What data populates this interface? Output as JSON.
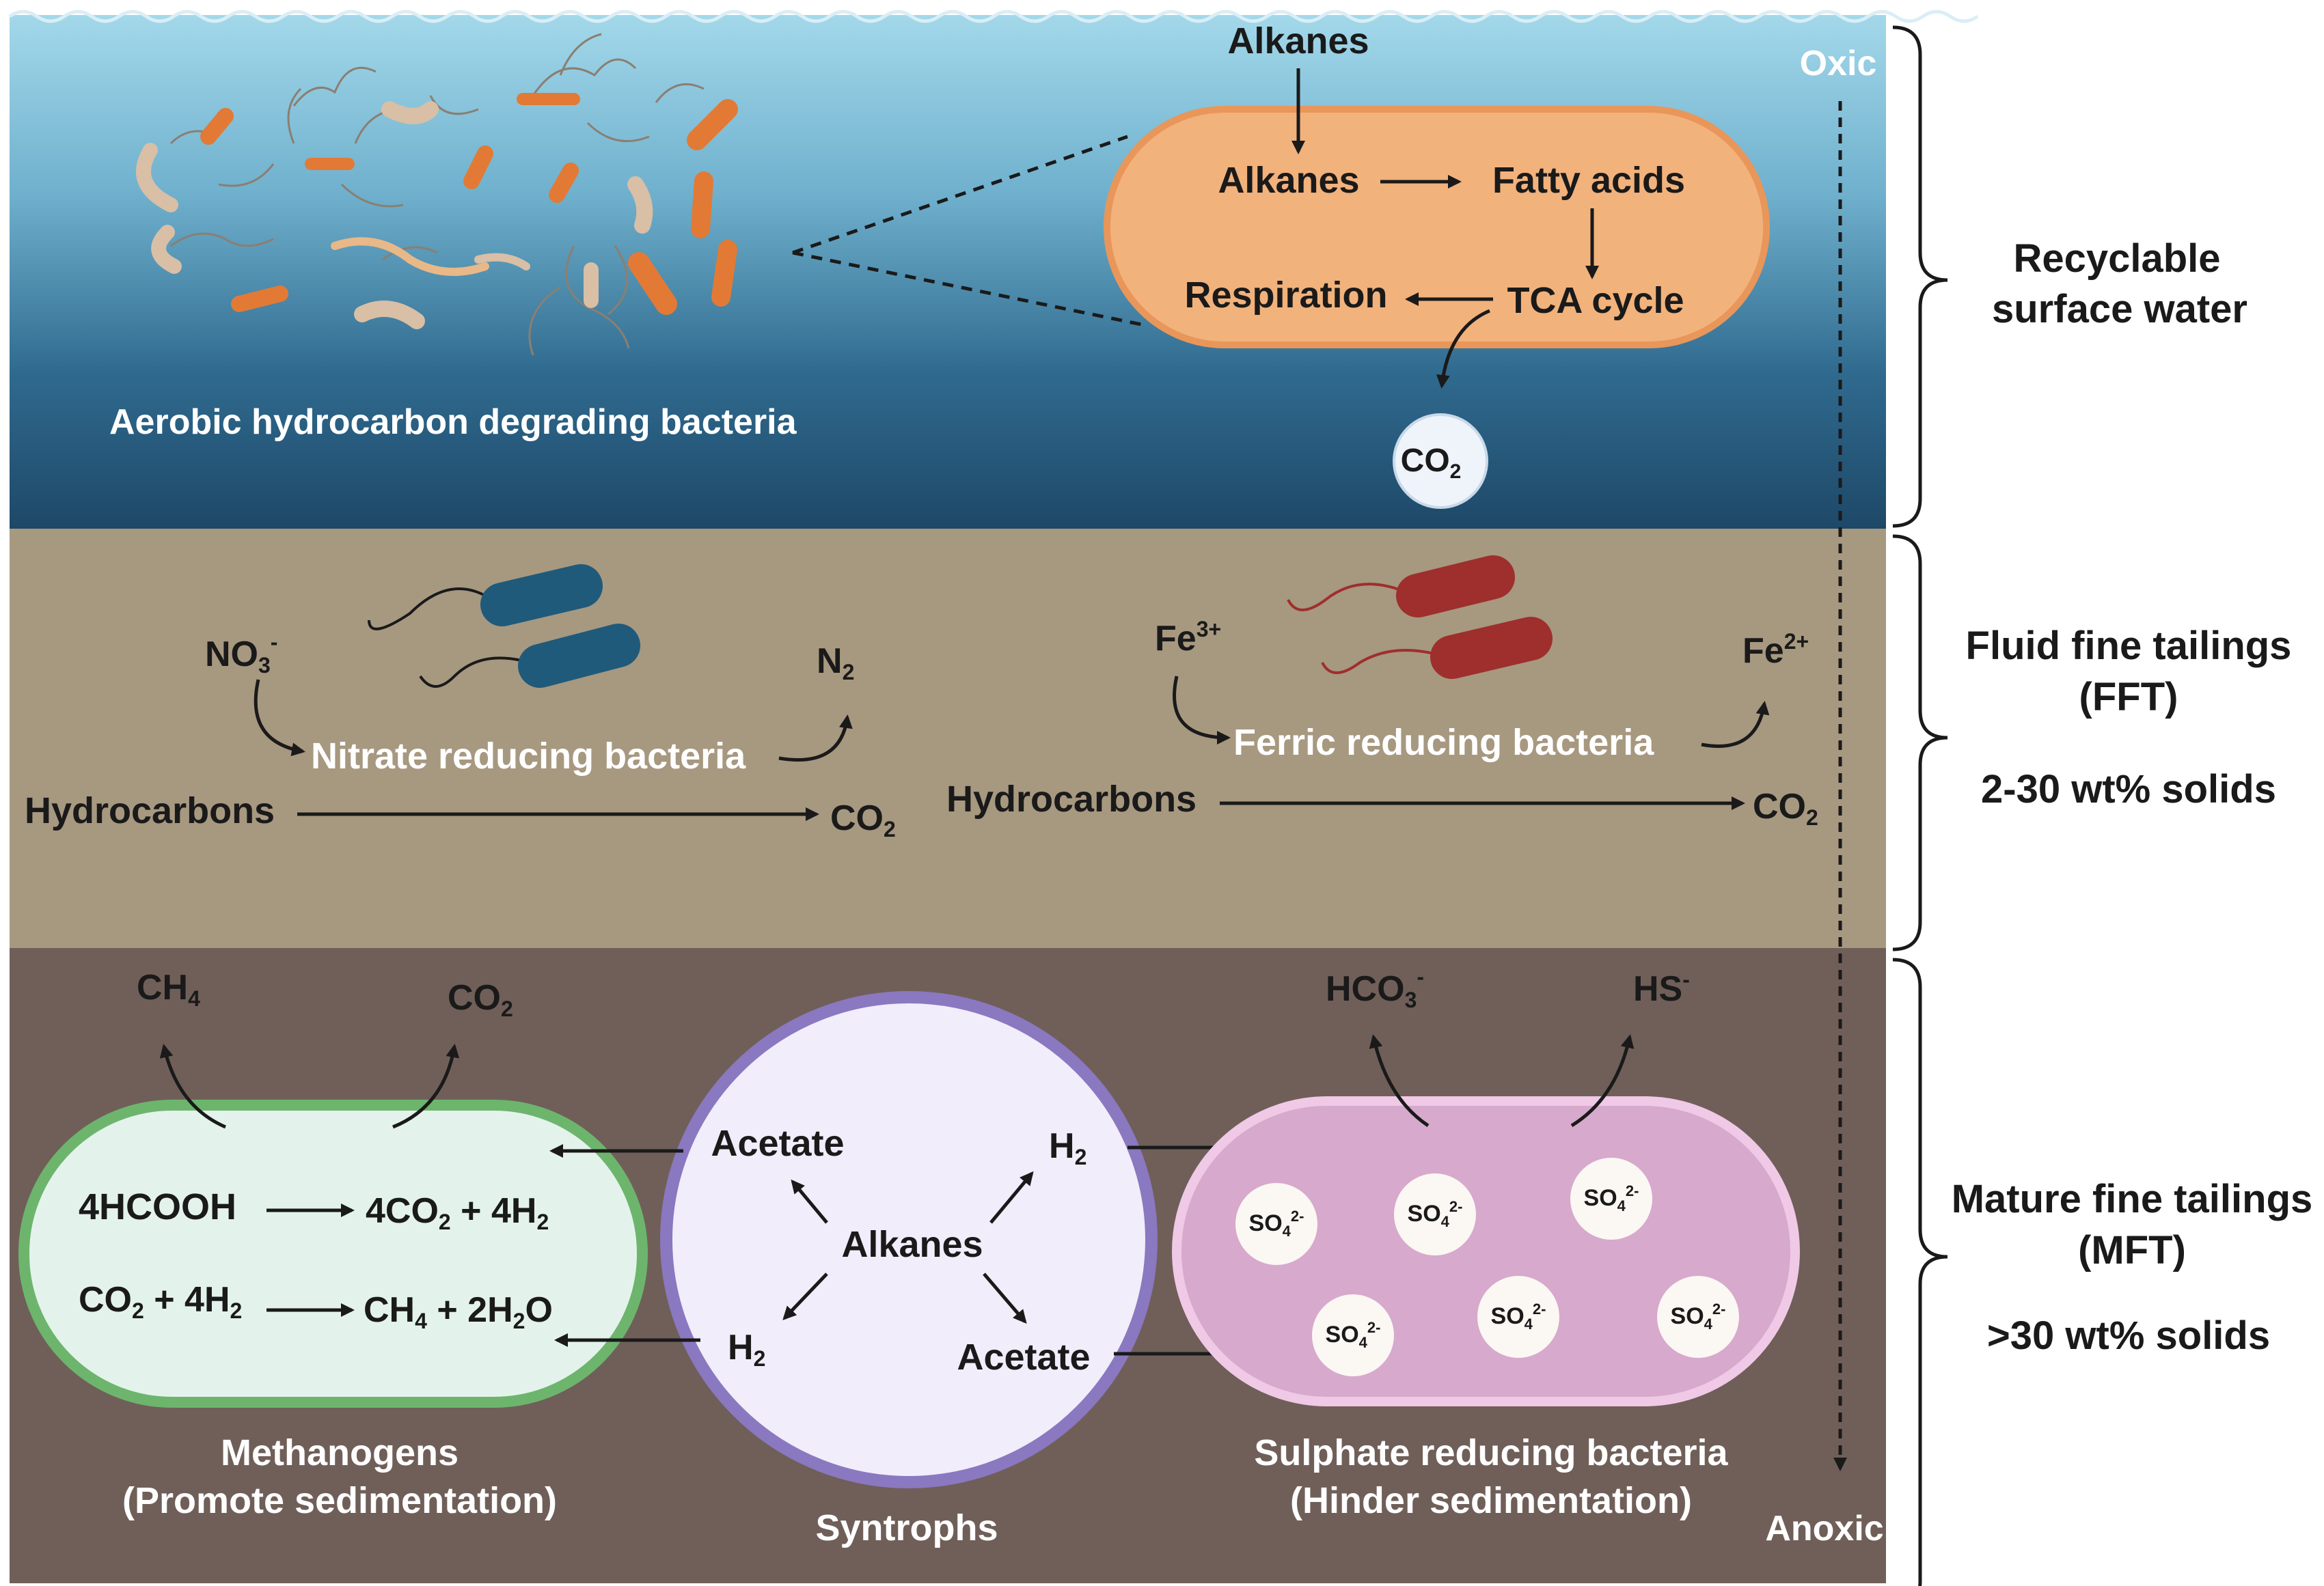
{
  "layers": {
    "surface": {
      "caption": "Aerobic hydrocarbon degrading bacteria",
      "bg_top": "#a3d8ea",
      "bg_bottom": "#1e4868",
      "inset": {
        "input_label": "Alkanes",
        "node_alkanes": "Alkanes",
        "node_fatty": "Fatty acids",
        "node_tca": "TCA cycle",
        "node_respiration": "Respiration",
        "co2": "CO",
        "co2_sub": "2",
        "cell_fill": "#f2b27c",
        "cell_stroke": "#e9965a"
      }
    },
    "fft": {
      "bg": "#a79880",
      "nitrate": {
        "no3": "NO",
        "no3_sub": "3",
        "no3_sup": "-",
        "label": "Nitrate reducing bacteria",
        "n2": "N",
        "n2_sub": "2",
        "hydrocarbons": "Hydrocarbons",
        "co2": "CO",
        "co2_sub": "2",
        "cell_color": "#1f5a7a"
      },
      "ferric": {
        "fe3": "Fe",
        "fe3_sup": "3+",
        "label": "Ferric reducing bacteria",
        "fe2": "Fe",
        "fe2_sup": "2+",
        "hydrocarbons": "Hydrocarbons",
        "co2": "CO",
        "co2_sub": "2",
        "cell_color": "#9e2f2c"
      }
    },
    "mft": {
      "bg": "#705f59",
      "methanogens": {
        "ch4": "CH",
        "ch4_sub": "4",
        "co2": "CO",
        "co2_sub": "2",
        "r1_left": "4HCOOH",
        "r1_right_a": "4CO",
        "r1_right_sub": "2",
        "r1_right_b": " + 4H",
        "r1_right_sub2": "2",
        "r2_left_a": "CO",
        "r2_left_sub": "2",
        "r2_left_b": " + 4H",
        "r2_left_sub2": "2",
        "r2_right_a": "CH",
        "r2_right_sub": "4",
        "r2_right_b": " + 2H",
        "r2_right_sub2": "2",
        "r2_right_c": "O",
        "label1": "Methanogens",
        "label2": "(Promote sedimentation)",
        "fill": "#e4f2ec",
        "stroke": "#6db56d"
      },
      "syntrophs": {
        "center": "Alkanes",
        "acetate_top": "Acetate",
        "h2_top": "H",
        "h2_top_sub": "2",
        "h2_bottom": "H",
        "h2_bottom_sub": "2",
        "acetate_bottom": "Acetate",
        "label": "Syntrophs",
        "fill": "#f1edfa",
        "stroke": "#8a78c0"
      },
      "srb": {
        "hco3": "HCO",
        "hco3_sub": "3",
        "hco3_sup": "-",
        "hs": "HS",
        "hs_sup": "-",
        "so4": "SO",
        "so4_sub": "4",
        "so4_sup": "2-",
        "label1": "Sulphate reducing bacteria",
        "label2": "(Hinder sedimentation)",
        "fill": "#d7a9cc",
        "stroke": "#efc9e6"
      }
    }
  },
  "gradient": {
    "top": "Oxic",
    "bottom": "Anoxic"
  },
  "side_labels": {
    "surface": {
      "line1": "Recyclable",
      "line2": "surface water"
    },
    "fft": {
      "line1": "Fluid fine tailings",
      "line2": "(FFT)",
      "line3": "2-30 wt% solids"
    },
    "mft": {
      "line1": "Mature fine tailings",
      "line2": "(MFT)",
      "line3": ">30 wt% solids"
    }
  }
}
